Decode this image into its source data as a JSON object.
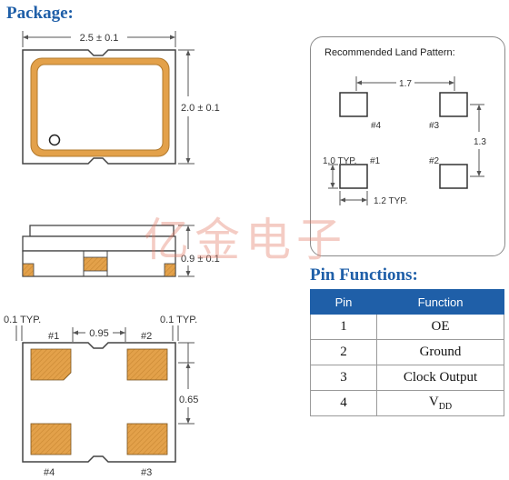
{
  "package_title": "Package:",
  "pin_functions_title": "Pin Functions:",
  "watermark": "亿金电子",
  "top_view": {
    "width_dim": "2.5 ± 0.1",
    "height_dim": "2.0 ± 0.1"
  },
  "side_view": {
    "height_dim": "0.9 ± 0.1"
  },
  "bottom_view": {
    "left_typ": "0.1  TYP.",
    "right_typ": "0.1  TYP.",
    "pitch_x": "0.95",
    "pitch_y": "0.65",
    "pin1": "#1",
    "pin2": "#2",
    "pin3": "#3",
    "pin4": "#4"
  },
  "land_pattern": {
    "title": "Recommended Land Pattern:",
    "dim_x": "1.7",
    "dim_y": "1.3",
    "pad_size": "1.0  TYP.",
    "pad_gap": "1.2  TYP.",
    "pin1": "#1",
    "pin2": "#2",
    "pin3": "#3",
    "pin4": "#4"
  },
  "pin_table": {
    "headers": [
      "Pin",
      "Function"
    ],
    "rows": [
      {
        "pin": "1",
        "function": "OE"
      },
      {
        "pin": "2",
        "function": "Ground"
      },
      {
        "pin": "3",
        "function": "Clock Output"
      },
      {
        "pin": "4",
        "function_main": "V",
        "function_sub": "DD"
      }
    ]
  },
  "colors": {
    "title_blue": "#1f5fa8",
    "pad_gold": "#e3a14a",
    "watermark": "#e17864"
  }
}
